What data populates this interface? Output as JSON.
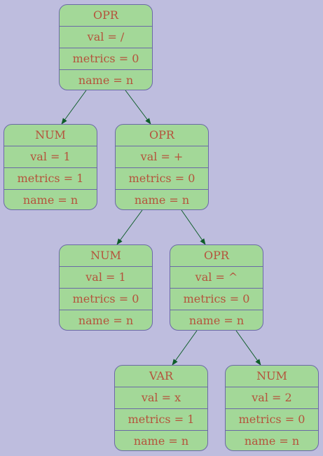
{
  "nodes": {
    "n1": {
      "type": "OPR",
      "val": "val = /",
      "metrics": "metrics = 0",
      "name": "name = n"
    },
    "n2": {
      "type": "NUM",
      "val": "val = 1",
      "metrics": "metrics = 1",
      "name": "name = n"
    },
    "n3": {
      "type": "OPR",
      "val": "val = +",
      "metrics": "metrics = 0",
      "name": "name = n"
    },
    "n4": {
      "type": "NUM",
      "val": "val = 1",
      "metrics": "metrics = 0",
      "name": "name = n"
    },
    "n5": {
      "type": "OPR",
      "val": "val = ^",
      "metrics": "metrics = 0",
      "name": "name = n"
    },
    "n6": {
      "type": "VAR",
      "val": "val = x",
      "metrics": "metrics = 1",
      "name": "name = n"
    },
    "n7": {
      "type": "NUM",
      "val": "val = 2",
      "metrics": "metrics = 0",
      "name": "name = n"
    }
  },
  "edges": [
    [
      "n1",
      "n2"
    ],
    [
      "n1",
      "n3"
    ],
    [
      "n3",
      "n4"
    ],
    [
      "n3",
      "n5"
    ],
    [
      "n5",
      "n6"
    ],
    [
      "n5",
      "n7"
    ]
  ],
  "colors": {
    "background": "#bebdde",
    "node_fill": "#a3d898",
    "node_border": "#6b69a6",
    "text": "#b5533c",
    "edge": "#0f5e2a"
  }
}
